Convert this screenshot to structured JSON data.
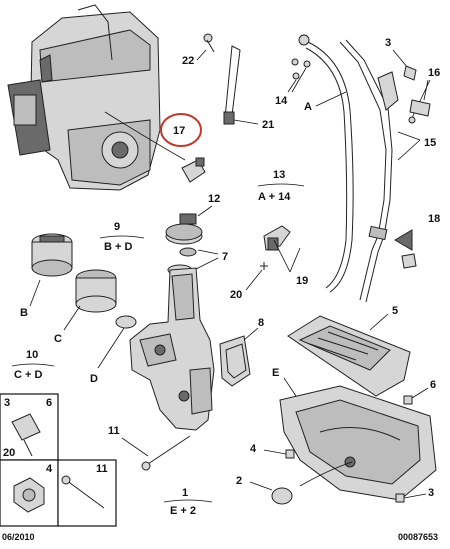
{
  "labels": {
    "n22": "22",
    "n21": "21",
    "n17": "17",
    "n14": "14",
    "nA": "A",
    "n3a": "3",
    "n16": "16",
    "n15": "15",
    "n18": "18",
    "n12": "12",
    "n7": "7",
    "n19": "19",
    "n20": "20",
    "n9": "9",
    "nBD": "B + D",
    "n13": "13",
    "nA14": "A + 14",
    "nB": "B",
    "nC": "C",
    "nD": "D",
    "n10": "10",
    "nCD": "C + D",
    "n8": "8",
    "n5": "5",
    "nE": "E",
    "n6": "6",
    "n4": "4",
    "n2": "2",
    "n3b": "3",
    "n11": "11",
    "n1": "1",
    "nE2": "E + 2"
  },
  "legend": {
    "cell_a_left": "3",
    "cell_a_right": "6",
    "cell_a_bottom": "20",
    "cell_b_left": "4",
    "cell_b_right": "11"
  },
  "footer": {
    "date": "06/2010",
    "ref": "00087653"
  },
  "colors": {
    "highlight": "#c0392b",
    "ink": "#111111"
  }
}
